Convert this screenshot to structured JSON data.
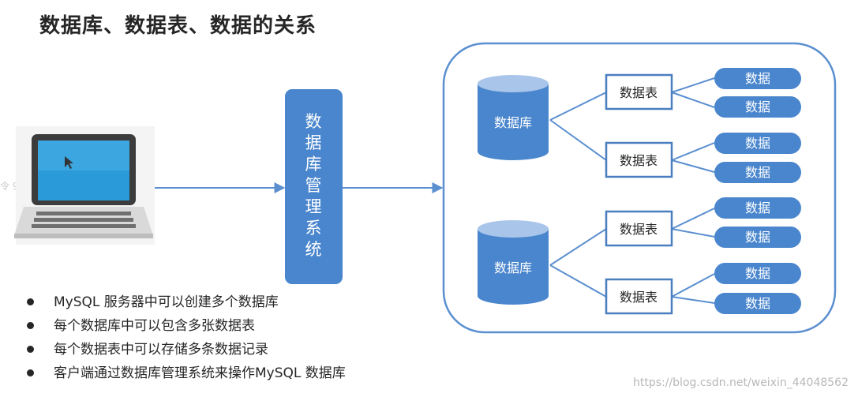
{
  "title": "数据库、数据表、数据的关系",
  "dbms_label": [
    "数",
    "据",
    "库",
    "管",
    "理",
    "系",
    "统"
  ],
  "database_label": "数据库",
  "table_label": "数据表",
  "data_label": "数据",
  "bullets": [
    "MySQL 服务器中可以创建多个数据库",
    "每个数据库中可以包含多张数据表",
    "每个数据表中可以存储多条数据记录",
    "客户端通过数据库管理系统来操作MySQL 数据库"
  ],
  "watermark_url": "https://blog.csdn.net/weixin_44048562",
  "colors": {
    "accent_blue": "#4a86cd",
    "line_blue": "#5b8fd0",
    "db_top": "#a9c5ea",
    "box_border": "#4a7ebf"
  },
  "icons": {
    "laptop": "laptop-icon",
    "cursor": "cursor-icon"
  }
}
